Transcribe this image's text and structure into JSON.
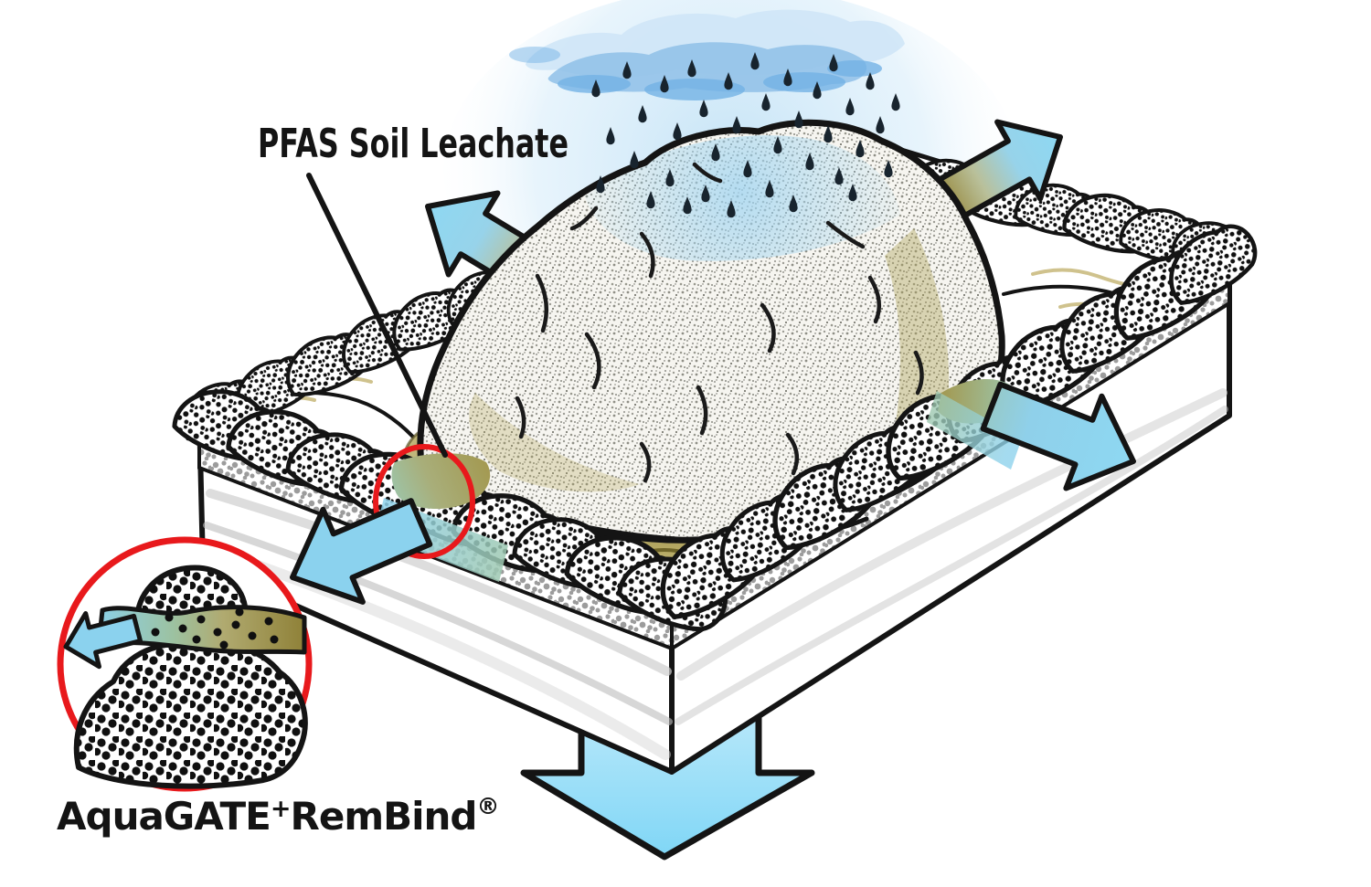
{
  "labels": {
    "leachate": "PFAS Soil Leachate",
    "product": {
      "part1": "AquaGATE",
      "plus": "+",
      "part2": "RemBind",
      "registered": "®"
    }
  },
  "colors": {
    "arrow_blue": "#8bd2ee",
    "cloud_blue": "#8fc0e8",
    "leachate_khaki": "#a3974d",
    "treated_teal": "#9cc7ae",
    "highlight_red": "#e8191c",
    "rain_drop": "#18242e",
    "outline_black": "#141414"
  }
}
